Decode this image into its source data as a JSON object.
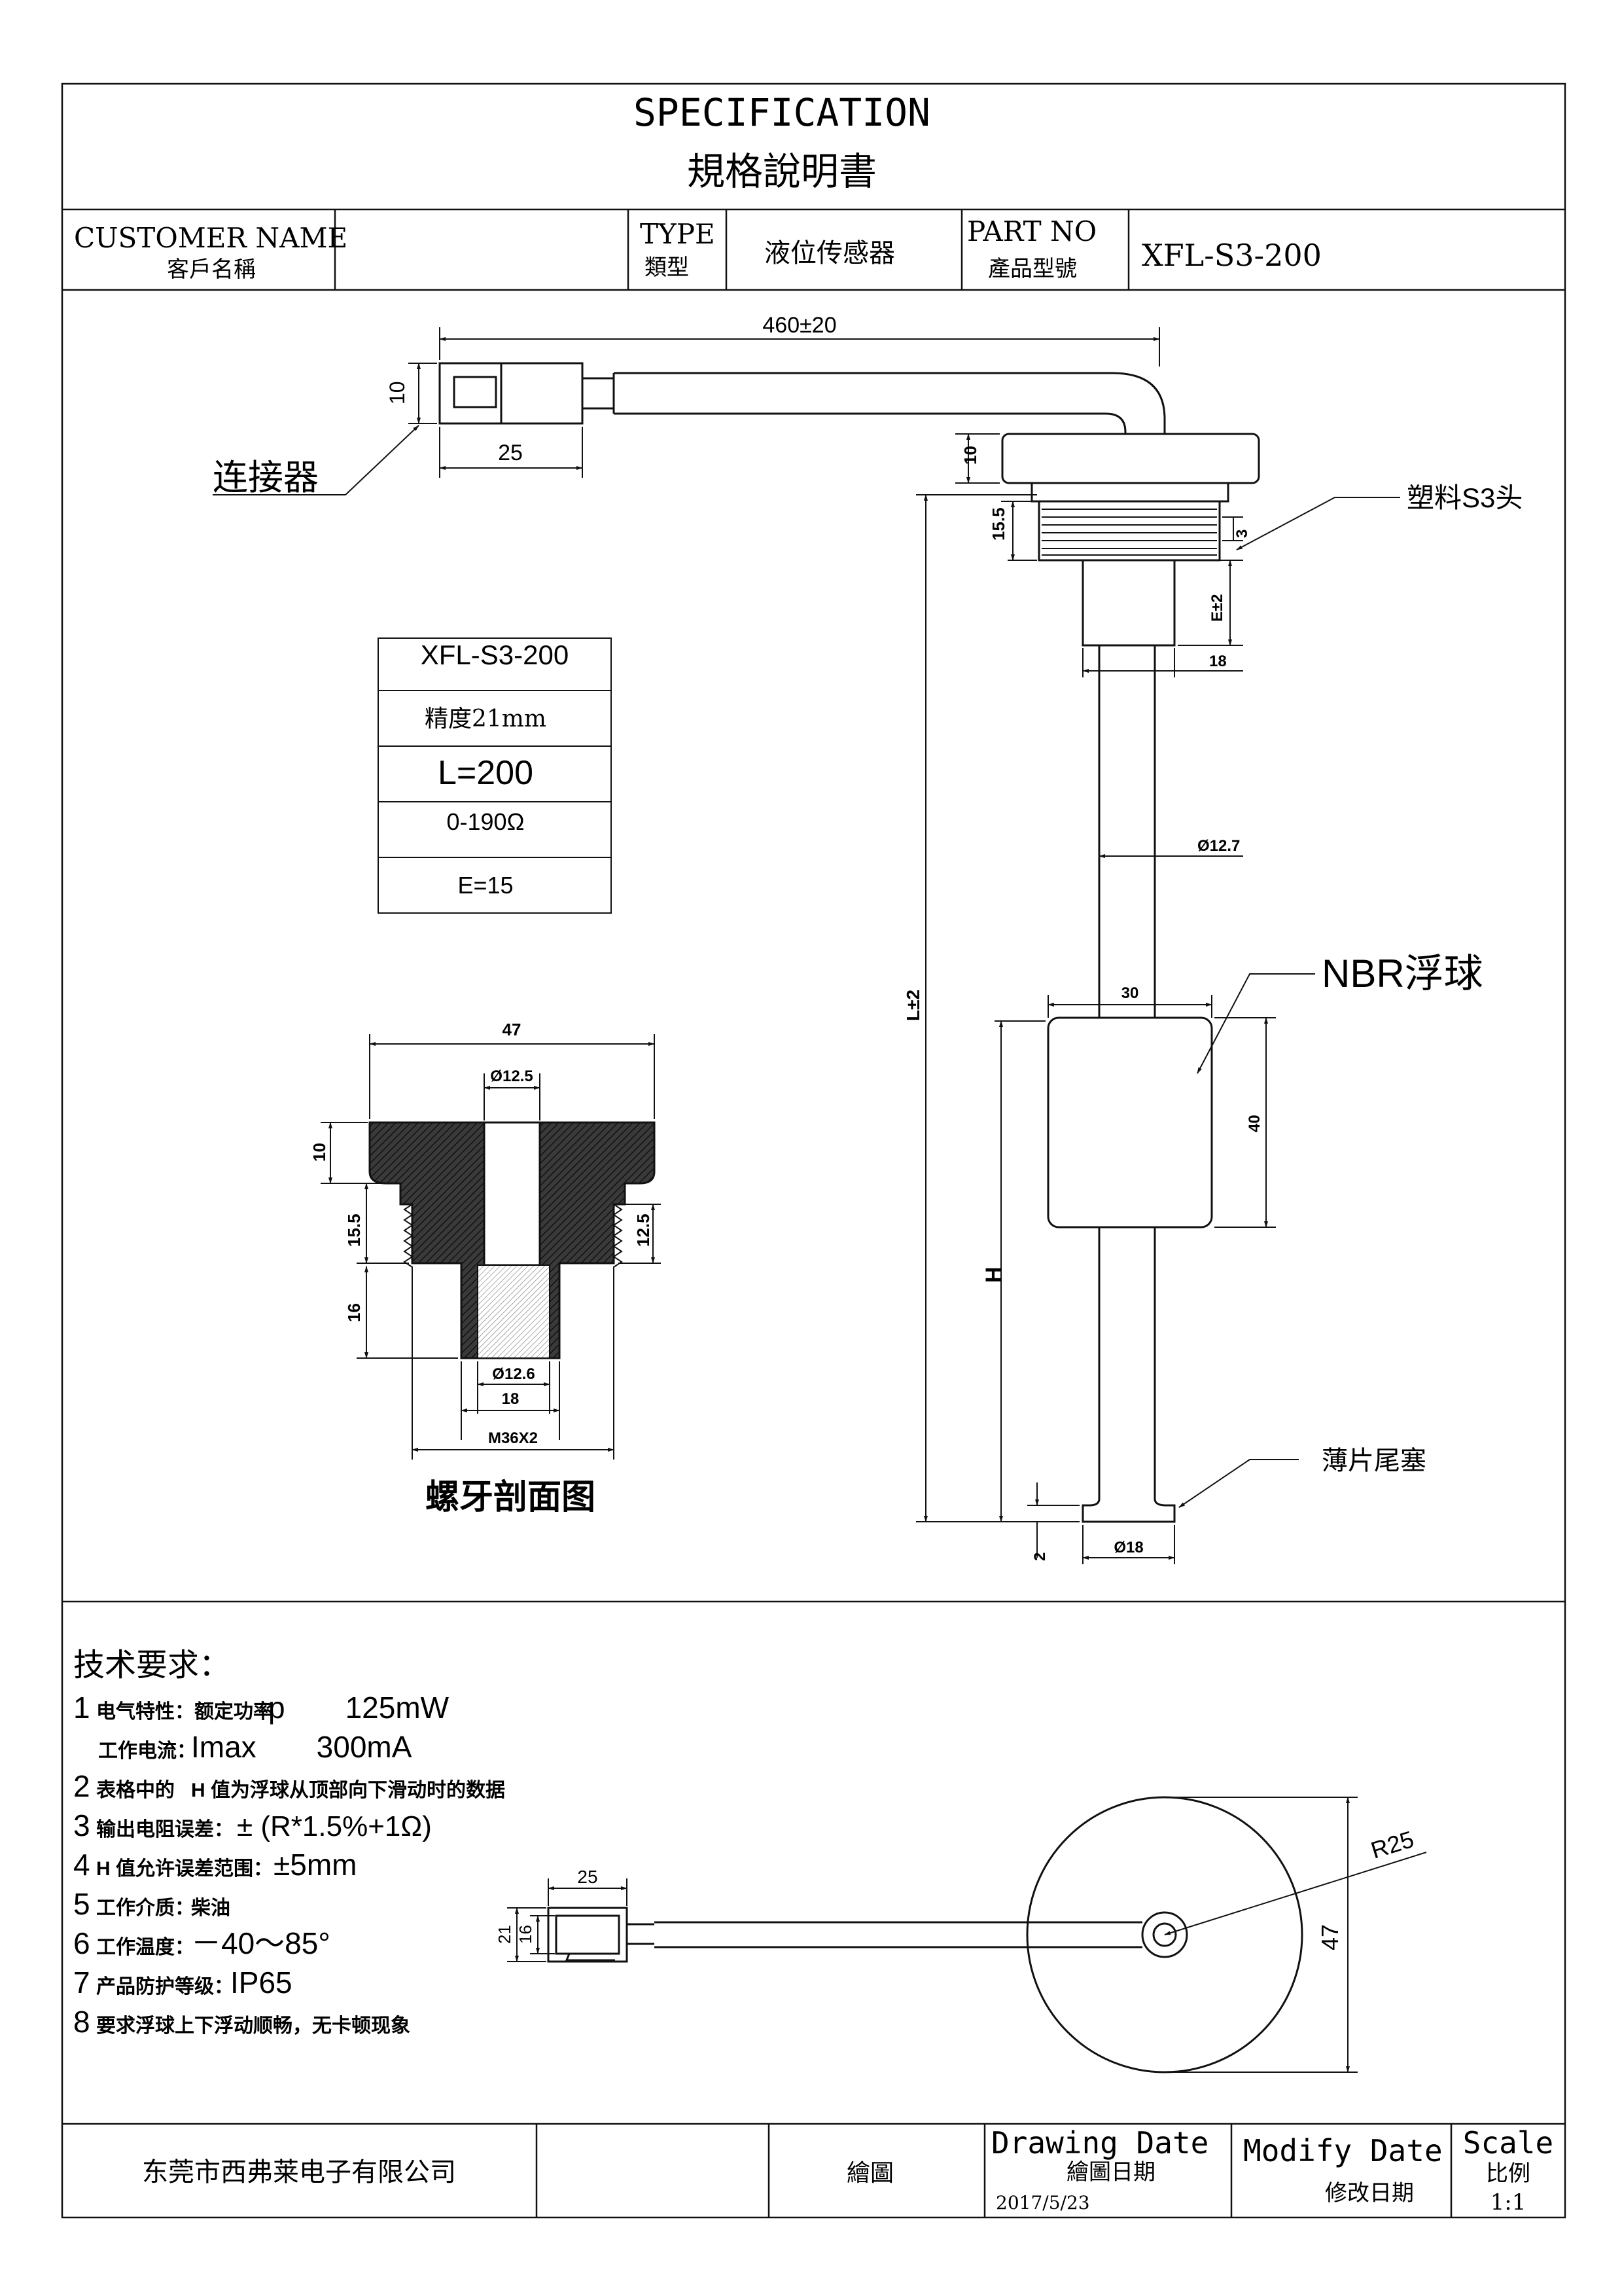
{
  "header": {
    "title_en": "SPECIFICATION",
    "title_zh": "規格說明書"
  },
  "info_row": {
    "customer_label_en": "CUSTOMER NAME",
    "customer_label_zh": "客戶名稱",
    "customer_value": "",
    "type_label_en": "TYPE",
    "type_label_zh": "類型",
    "type_value": "液位传感器",
    "part_label_en": "PART NO",
    "part_label_zh": "產品型號",
    "part_value": "XFL-S3-200"
  },
  "spec_table": {
    "rows": [
      "XFL-S3-200",
      "精度21mm",
      "L=200",
      "0-190Ω",
      "E=15"
    ]
  },
  "main_view": {
    "overall_length": "460±20",
    "connector_height": "10",
    "connector_width": "25",
    "connector_label": "连接器",
    "head_height": "10",
    "thread_height": "15.5",
    "thread_pitch": "3",
    "head_label": "塑料S3头",
    "e_dim": "E±2",
    "neck_dia": "18",
    "rod_dia": "Ø12.7",
    "float_width": "30",
    "float_label": "NBR浮球",
    "float_height": "40",
    "l_dim": "L±2",
    "h_dim": "H",
    "plug_label": "薄片尾塞",
    "plug_thickness": "2",
    "plug_dia": "Ø18"
  },
  "section_view": {
    "width": "47",
    "bore": "Ø12.5",
    "top_thickness": "10",
    "thread_height": "15.5",
    "thread_height_right": "12.5",
    "stem_height": "16",
    "stem_bore": "Ø12.6",
    "stem_dia": "18",
    "thread_spec": "M36X2",
    "caption": "螺牙剖面图"
  },
  "requirements": {
    "heading": "技术要求：",
    "lines": [
      {
        "num": "1",
        "label": "电气特性：额定功率",
        "value": "p　　125mW"
      },
      {
        "num": "",
        "label": "工作电流：",
        "value": "Imax　　300mA"
      },
      {
        "num": "2",
        "label": "表格中的",
        "value": "H 值为浮球从顶部向下滑动时的数据"
      },
      {
        "num": "3",
        "label": "输出电阻误差：",
        "value": "± (R*1.5%+1Ω)"
      },
      {
        "num": "4",
        "label": "H 值允许误差范围：",
        "value": "±5mm"
      },
      {
        "num": "5",
        "label": "工作介质：",
        "value": "柴油"
      },
      {
        "num": "6",
        "label": "工作温度：",
        "value": "－40～85°"
      },
      {
        "num": "7",
        "label": "产品防护等级：",
        "value": "IP65"
      },
      {
        "num": "8",
        "label": "要求浮球上下浮动顺畅，无卡顿现象",
        "value": ""
      }
    ]
  },
  "top_view": {
    "connector_width": "25",
    "connector_outer": "21",
    "connector_inner": "16",
    "radius": "R25",
    "diameter": "47"
  },
  "footer": {
    "company": "东莞市西弗莱电子有限公司",
    "blank": "",
    "drawn_label": "繪圖",
    "drawing_date_en": "Drawing Date",
    "drawing_date_zh": "繪圖日期",
    "drawing_date_value": "2017/5/23",
    "modify_date_en": "Modify Date",
    "modify_date_zh": "修改日期",
    "scale_en": "Scale",
    "scale_zh": "比例",
    "scale_value": "1:1"
  }
}
